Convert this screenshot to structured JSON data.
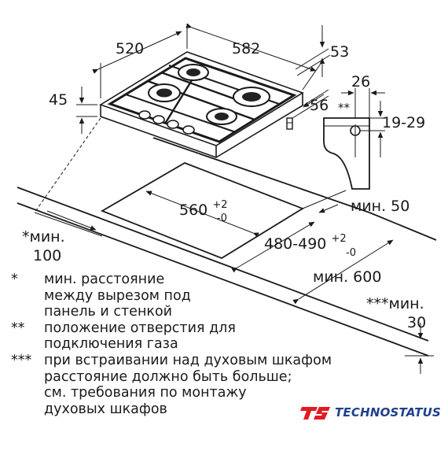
{
  "dimensions": {
    "width_520": "520",
    "depth_582": "582",
    "dim_53": "53",
    "height_45": "45",
    "dim_56": "56",
    "dim_26": "26",
    "star2": "**",
    "range_19_29": "19-29",
    "cutout_560": "560",
    "cutout_560_tol_plus": "+2",
    "cutout_560_tol_minus": "-0",
    "cutout_480_490": "480-490",
    "cutout_480_tol_plus": "+2",
    "cutout_480_tol_minus": "-0",
    "min50": "мин. 50",
    "min100_line1": "*мин.",
    "min100_line2": "100",
    "min600": "мин. 600",
    "min30_line1": "***мин.",
    "min30_line2": "30"
  },
  "notes": [
    {
      "mark": "*",
      "text": "мин. расстояние\nмежду вырезом под\nпанель и стенкой"
    },
    {
      "mark": "**",
      "text": "положение отверстия для\nподключения газа"
    },
    {
      "mark": "***",
      "text": "при встраивании над духовым шкафом\nрасстояние должно быть больше;\nсм. требования по монтажу\nдуховых шкафов"
    }
  ],
  "logo": {
    "text": "TECHNOSTATUS",
    "color_red": "#e11b22",
    "color_blue": "#1f3f8f"
  }
}
